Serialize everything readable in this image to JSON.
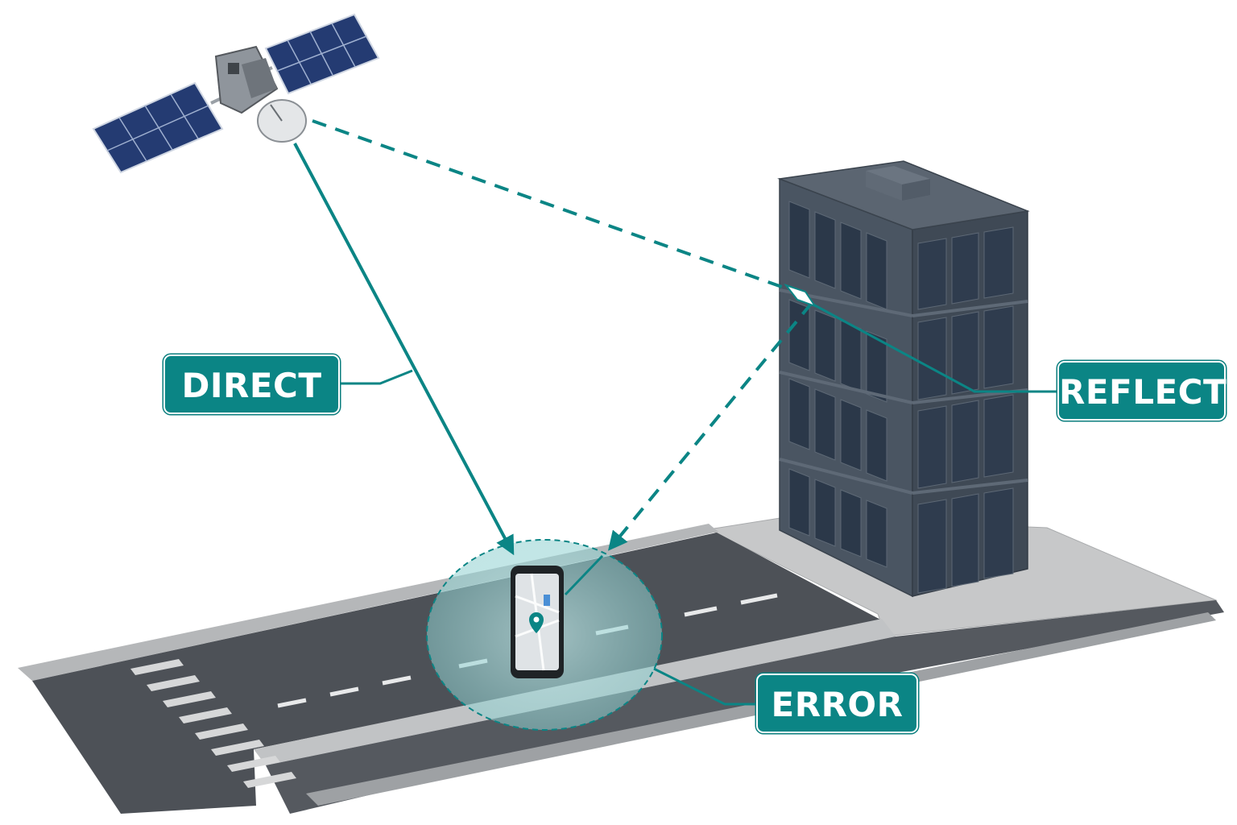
{
  "labels": {
    "direct": "DIRECT",
    "reflect": "REFLECT",
    "error": "ERROR"
  },
  "icons": {
    "satellite": "satellite-icon",
    "building": "office-building-icon",
    "phone": "smartphone-icon",
    "pin": "map-pin-icon"
  },
  "colors": {
    "accent": "#0b8585",
    "accent_light": "#9fd6d6",
    "road": "#4b4f55",
    "sidewalk": "#c9cacb",
    "building": "#48525e",
    "window": "#2a3748"
  }
}
